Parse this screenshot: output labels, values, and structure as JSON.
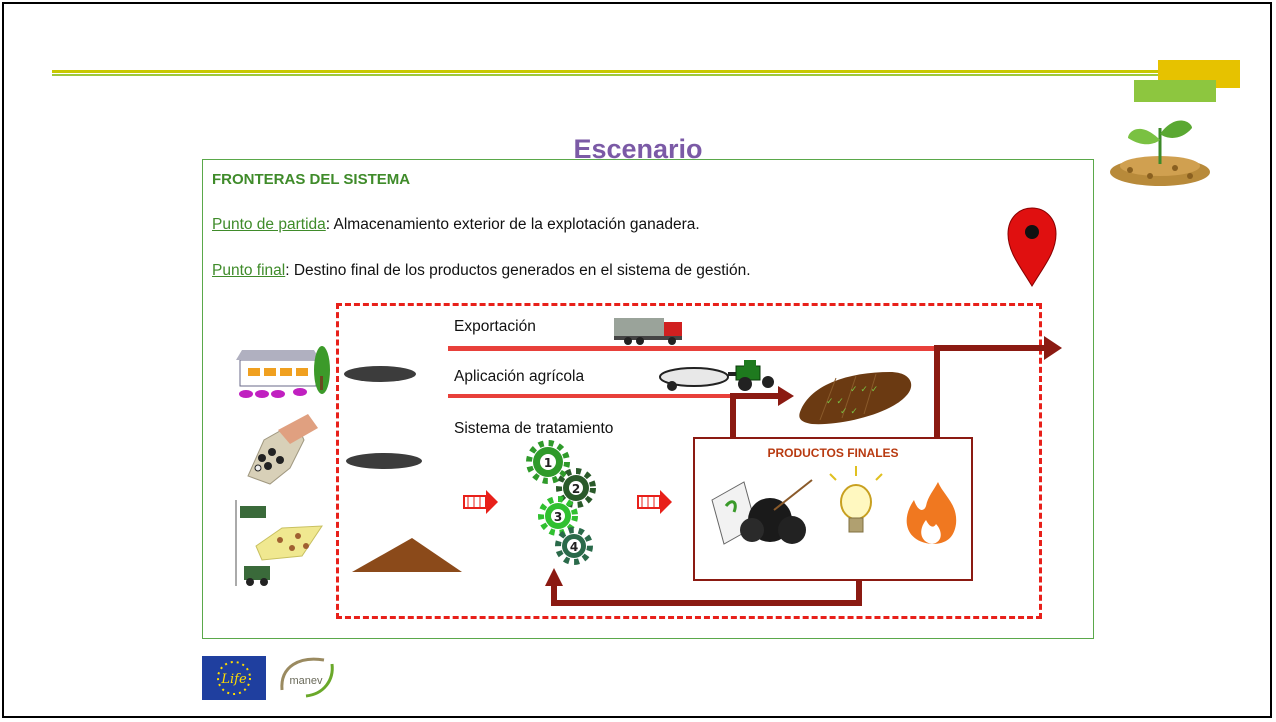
{
  "title": "Escenario",
  "boundaries": {
    "heading": "FRONTERAS DEL SISTEMA",
    "start": {
      "label": "Punto de partida",
      "text": ": Almacenamiento exterior de la explotación ganadera."
    },
    "end": {
      "label": "Punto final",
      "text": ": Destino final de los productos generados en el sistema de gestión."
    }
  },
  "flows": {
    "export": "Exportación",
    "agri": "Aplicación agrícola",
    "treatment": "Sistema de tratamiento"
  },
  "products": {
    "title": "PRODUCTOS FINALES"
  },
  "gear_numbers": [
    "1",
    "2",
    "3",
    "4"
  ],
  "logos": {
    "life": "Life",
    "manev": "manev"
  },
  "colors": {
    "title": "#7b5aa6",
    "green": "#3f8b2a",
    "dashed": "#e8201a",
    "brown_arrow": "#8b1a12"
  }
}
